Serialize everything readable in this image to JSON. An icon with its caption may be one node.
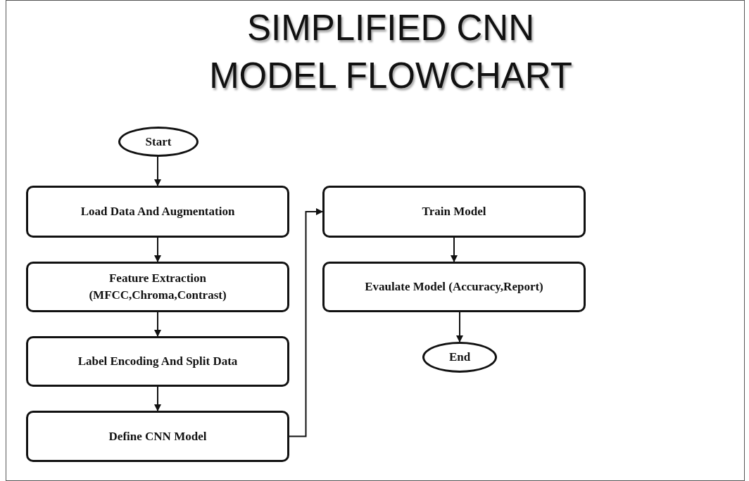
{
  "diagram": {
    "title": "SIMPLIFIED CNN MODEL FLOWCHART",
    "nodes": [
      {
        "text": [
          "Start"
        ]
      },
      {
        "text": [
          "Load Data And Augmentation"
        ]
      },
      {
        "text": [
          "Feature Extraction",
          "(MFCC,Chroma,Contrast)"
        ]
      },
      {
        "text": [
          "Label Encoding And Split Data"
        ]
      },
      {
        "text": [
          "Define CNN Model"
        ]
      },
      {
        "text": [
          "Train Model"
        ]
      },
      {
        "text": [
          "Evaulate Model (Accuracy,Report)"
        ]
      },
      {
        "text": [
          "End"
        ]
      }
    ],
    "edges": [
      {
        "from": 0,
        "to": 1,
        "arrow": "to"
      },
      {
        "from": 1,
        "to": 2,
        "arrow": "to"
      },
      {
        "from": 2,
        "to": 3,
        "arrow": "to"
      },
      {
        "from": 3,
        "to": 4,
        "arrow": "to"
      },
      {
        "from": 4,
        "to": 5,
        "arrow": "to"
      },
      {
        "from": 5,
        "to": 6,
        "arrow": "to"
      },
      {
        "from": 6,
        "to": 7,
        "arrow": "to"
      }
    ]
  }
}
